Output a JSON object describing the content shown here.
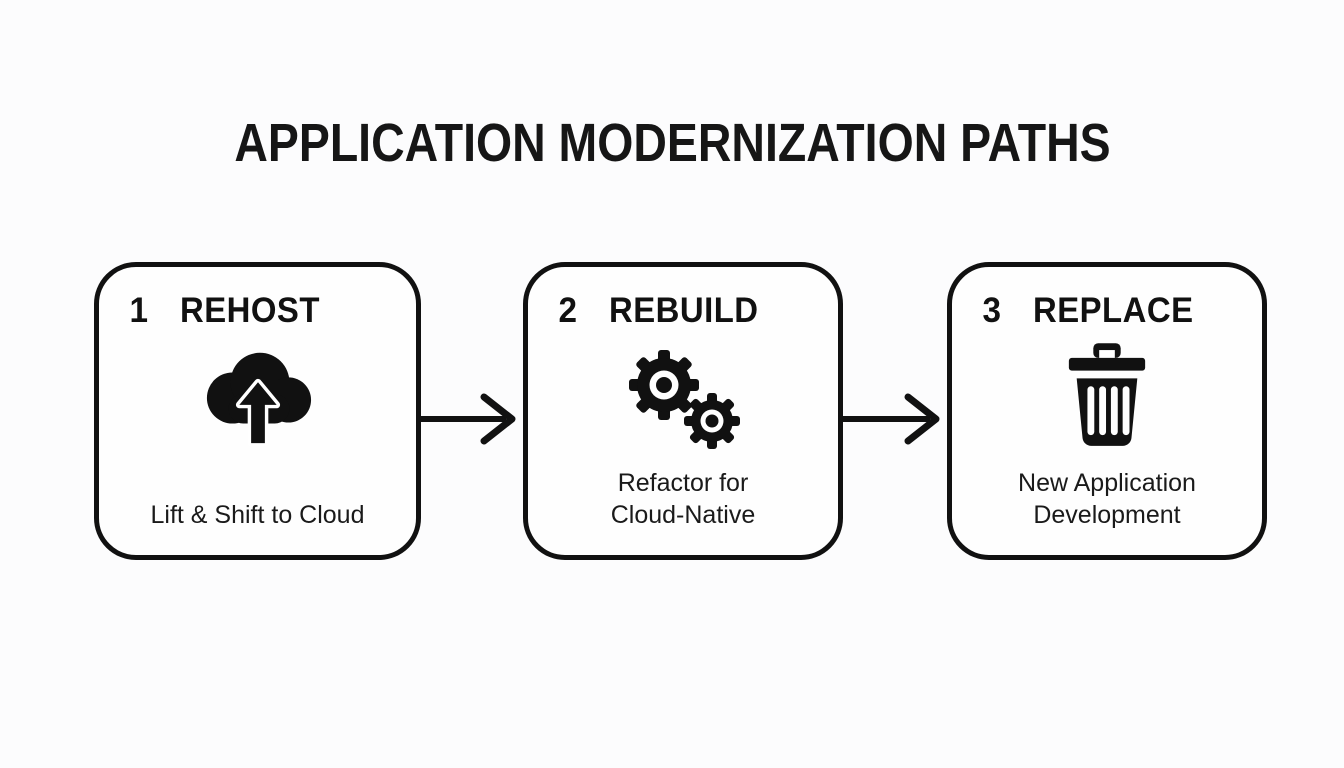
{
  "page": {
    "background_color": "#fcfcfd",
    "ink_color": "#111111",
    "card_background_color": "#fefefe"
  },
  "title": "APPLICATION MODERNIZATION PATHS",
  "steps": [
    {
      "number": "1",
      "label": "REHOST",
      "icon": "cloud-upload-icon",
      "caption": "Lift & Shift to Cloud"
    },
    {
      "number": "2",
      "label": "REBUILD",
      "icon": "gears-icon",
      "caption": "Refactor for\nCloud-Native"
    },
    {
      "number": "3",
      "label": "REPLACE",
      "icon": "trash-icon",
      "caption": "New Application\nDevelopment"
    }
  ],
  "connectors": [
    {
      "icon": "arrow-right-icon"
    },
    {
      "icon": "arrow-right-icon"
    }
  ]
}
